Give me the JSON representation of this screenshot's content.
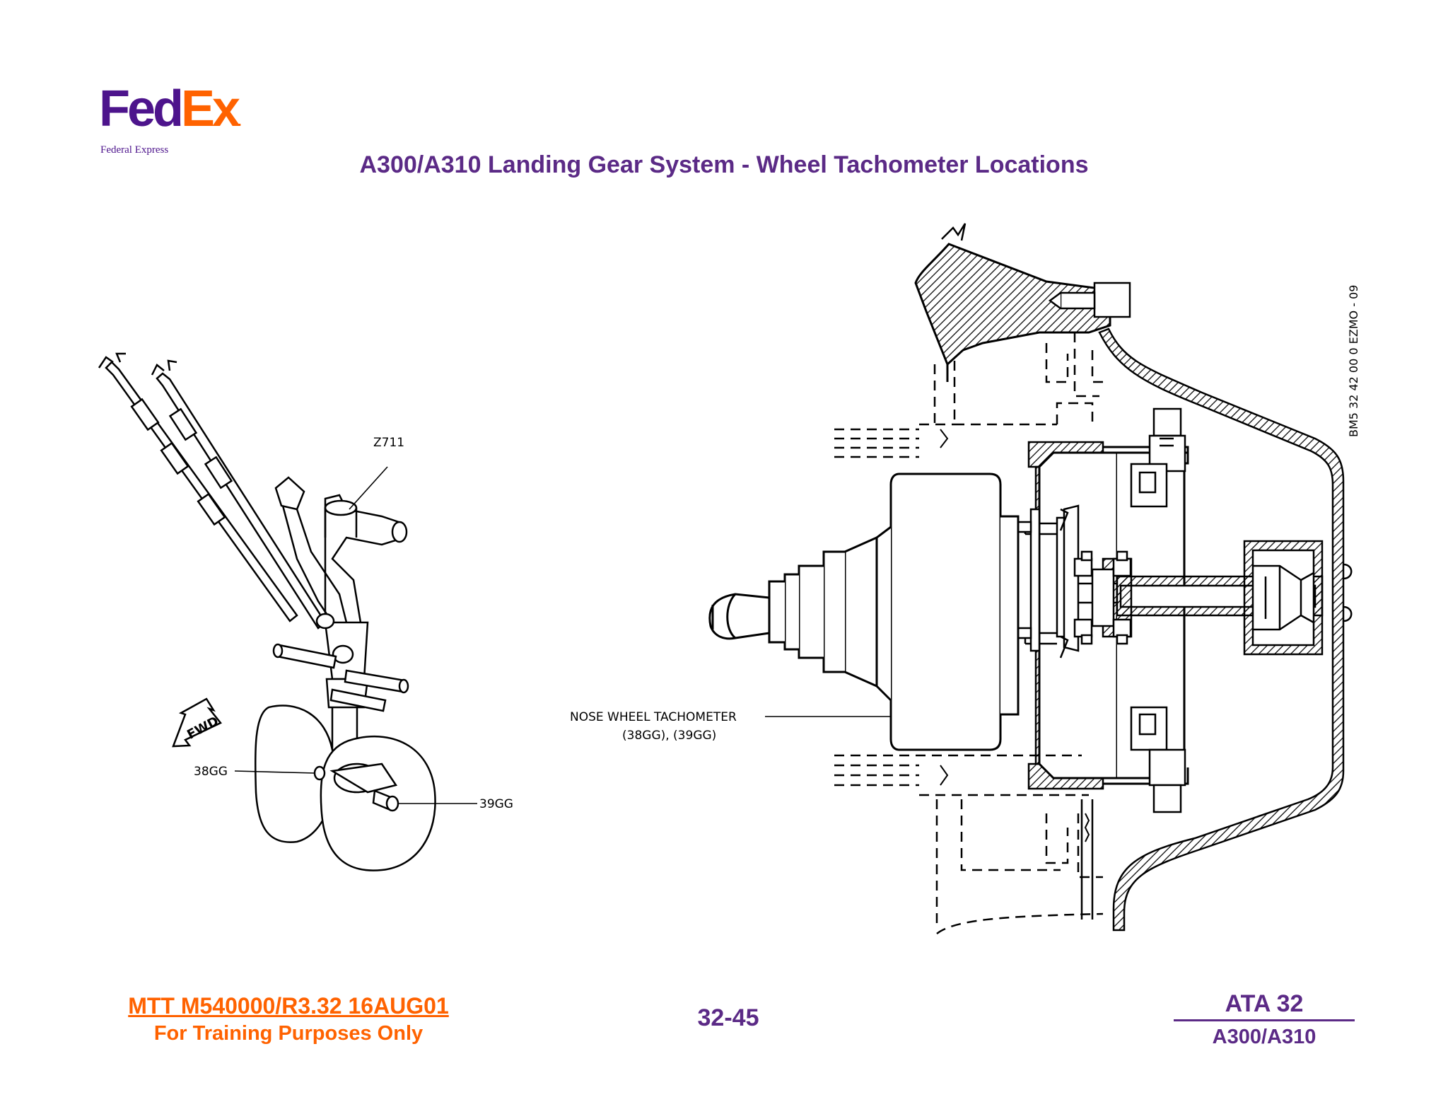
{
  "logo": {
    "fed": "Fed",
    "ex": "Ex",
    "subtitle": "Federal Express"
  },
  "title": "A300/A310 Landing Gear System - Wheel Tachometer Locations",
  "diagram_left": {
    "labels": {
      "z711": "Z711",
      "fwd": "FWD",
      "left_tach": "38GG",
      "right_tach": "39GG"
    }
  },
  "diagram_right": {
    "labels": {
      "tachometer": "NOSE WHEEL TACHOMETER",
      "tachometer_ids": "(38GG), (39GG)",
      "drawing_ref": "BM5 32 42 00 0 EZMO - 09"
    }
  },
  "footer": {
    "reference": "MTT M540000/R3.32 16AUG01",
    "training": "For Training Purposes Only",
    "page": "32-45",
    "ata": "ATA 32",
    "aircraft": "A300/A310"
  },
  "colors": {
    "fedex_purple": "#4d148c",
    "fedex_orange": "#ff6200",
    "title_purple": "#5b2a86"
  }
}
